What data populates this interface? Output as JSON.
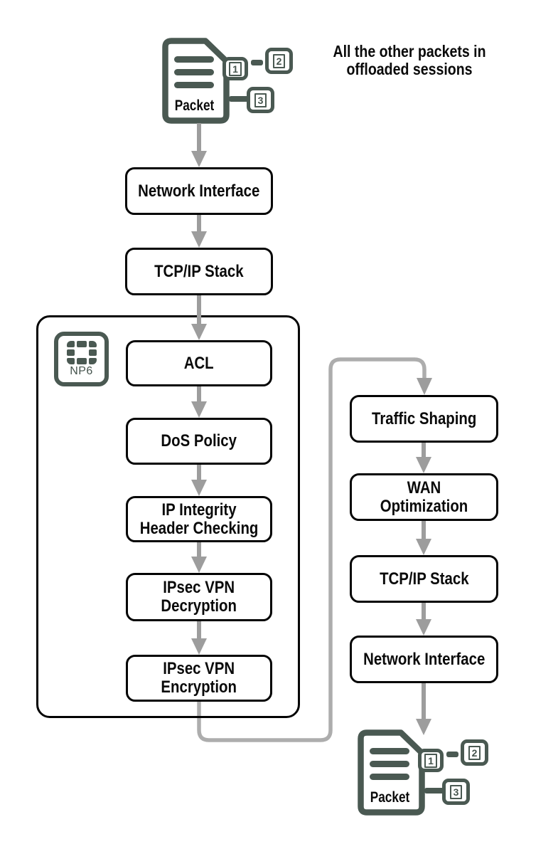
{
  "colors": {
    "slate_icon": "#4a5952",
    "arrow_gray": "#9d9d9d",
    "connector_gray": "#adadad",
    "box_border_black": "#030303",
    "background": "#ffffff"
  },
  "caption": {
    "text": "All the other packets in\noffloaded sessions"
  },
  "packet_top": {
    "label": "Packet",
    "badge1": "1",
    "badge2": "2",
    "badge3": "3"
  },
  "packet_bottom": {
    "label": "Packet",
    "badge1": "1",
    "badge2": "2",
    "badge3": "3"
  },
  "pre_np6": {
    "boxes": [
      {
        "label": "Network Interface"
      },
      {
        "label": "TCP/IP Stack"
      }
    ]
  },
  "np6": {
    "chip_label": "NP6",
    "boxes": [
      {
        "label": "ACL"
      },
      {
        "label": "DoS Policy"
      },
      {
        "label": "IP Integrity\nHeader Checking"
      },
      {
        "label": "IPsec VPN\nDecryption"
      },
      {
        "label": "IPsec VPN\nEncryption"
      }
    ]
  },
  "post_np6": {
    "boxes": [
      {
        "label": "Traffic Shaping"
      },
      {
        "label": "WAN Optimization"
      },
      {
        "label": "TCP/IP Stack"
      },
      {
        "label": "Network Interface"
      }
    ]
  }
}
